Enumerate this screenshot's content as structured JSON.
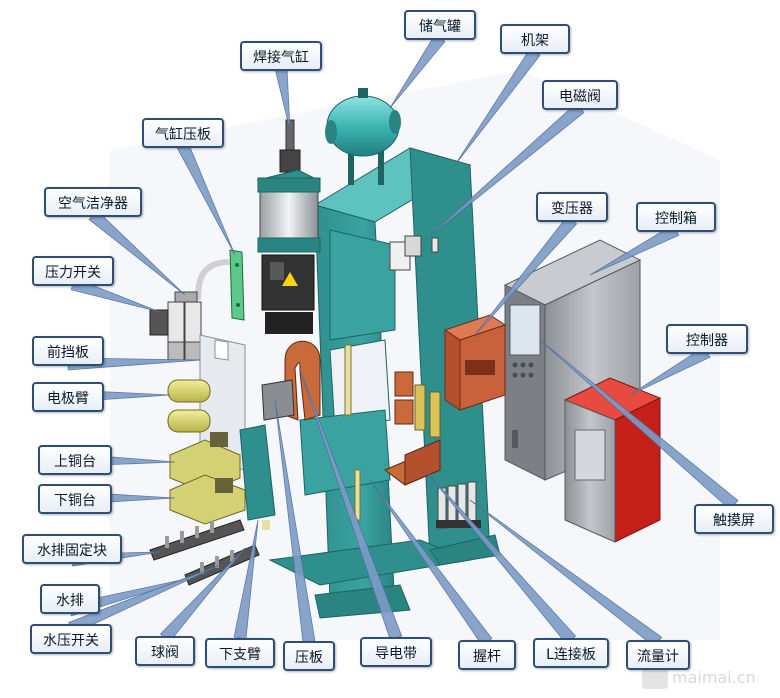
{
  "labels": {
    "storage_tank": "储气罐",
    "welding_cylinder": "焊接气缸",
    "machine_frame": "机架",
    "solenoid_valve": "电磁阀",
    "cylinder_plate": "气缸压板",
    "air_filter": "空气洁净器",
    "transformer": "变压器",
    "control_box": "控制箱",
    "pressure_switch": "压力开关",
    "front_baffle": "前挡板",
    "controller": "控制器",
    "electrode_arm": "电极臂",
    "upper_copper_base": "上铜台",
    "lower_copper_base": "下铜台",
    "water_row_fixing_block": "水排固定块",
    "touch_screen": "触摸屏",
    "water_row": "水排",
    "water_pressure_switch": "水压开关",
    "ball_valve": "球阀",
    "lower_support_arm": "下支臂",
    "press_plate": "压板",
    "conductive_belt": "导电带",
    "lever": "握杆",
    "l_connecting_plate": "L连接板",
    "flow_meter": "流量计"
  },
  "watermark": "maimai.cn",
  "colors": {
    "frame": "#3aa3a0",
    "frame_dark": "#23797a",
    "tank": "#3fb6b4",
    "label_border": "#2e4e78",
    "callout": "#7d9cc6",
    "cabinet": "#aeb2b6",
    "controller_red": "#d82a22",
    "copper": "#c96a3a",
    "yellow": "#d9d46a"
  }
}
